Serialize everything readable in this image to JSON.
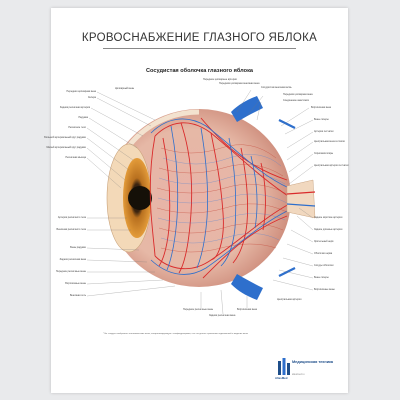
{
  "poster": {
    "title": "КРОВОСНАБЖЕНИЕ ГЛАЗНОГО ЯБЛОКА",
    "subtitle": "Сосудистая оболочка глазного яблока",
    "footnote": "* Не следует изображать анатомические вены, конкретизирующую с конфигурациями, что это делает сравнение подвязанной в ведение вены",
    "brand": "AltesMed",
    "brand_name": "Медицинская техника",
    "brand_site": "altesmed.ru"
  },
  "labels_top": [
    "Передние цилиарные артерии",
    "Передняя цилиарная венозная вена",
    "Сосудистая венозная ветвь",
    "Цилиарный вены"
  ],
  "labels_left": [
    "Передняя цилиарная вена",
    "Склера",
    "Задняя ресничная артерия",
    "Радужка",
    "Ресничное тело",
    "Большой артериальный круг радужки",
    "Малый артериальный круг радужки",
    "Ресничная мышца",
    "Артерия ресничного тела",
    "Венозная ресничного тела",
    "Вены радужки",
    "Задняя ресничная вена",
    "Передние ресничные вены",
    "Вортикозные вены",
    "Венозная сеть"
  ],
  "labels_right": [
    "Передняя цилиарная вена",
    "Соединение анастомоз",
    "Вортикозная вена",
    "Вены склеры",
    "Артерии сетчатки",
    "Центральная вена сетчатки",
    "Хориокапилляры",
    "Центральная артерия сетчатки",
    "Задние короткие артерии",
    "Задние длинные артерии",
    "Зрительный нерв",
    "Оболочки нерва",
    "Сосуды оболочки",
    "Вены склеры",
    "Вортикозные вены",
    "Центральная артерия"
  ],
  "labels_bottom": [
    "Передние ресничные вены",
    "Задняя ресничная вена",
    "Вортикозная вена"
  ],
  "colors": {
    "artery": "#d92b2b",
    "vein": "#2e6fcc",
    "sclera": "#f2dcc4",
    "iris": "#d98a2a",
    "background": "#ffffff",
    "page": "#e9eaec"
  }
}
